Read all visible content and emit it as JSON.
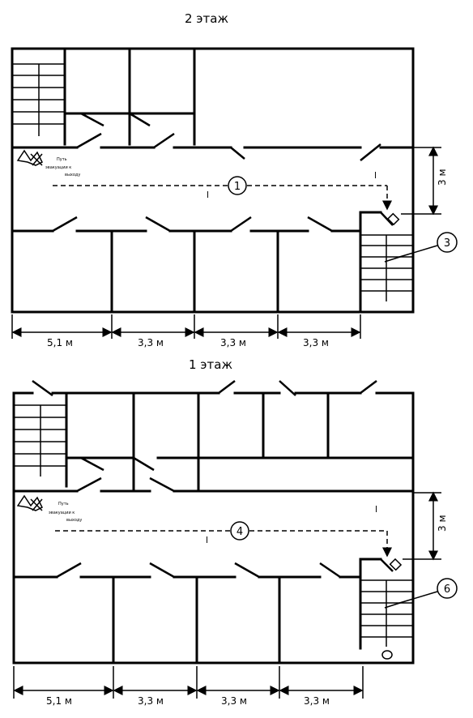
{
  "floor2": {
    "title": "2 этаж",
    "sign_line1": "Путь",
    "sign_line2": "эвакуации к",
    "sign_line3": "выходу",
    "route_label": "1",
    "stair_label": "3",
    "l_label_corridor": "l",
    "l_label_vertical": "l",
    "height_dim": "3 м",
    "dims": [
      "5,1 м",
      "3,3 м",
      "3,3 м",
      "3,3 м"
    ]
  },
  "floor1": {
    "title": "1 этаж",
    "sign_line1": "Путь",
    "sign_line2": "эвакуации к",
    "sign_line3": "выходу",
    "route_label": "4",
    "stair_label": "6",
    "l_label_corridor": "l",
    "l_label_vertical": "l",
    "height_dim": "3 м",
    "dims": [
      "5,1 м",
      "3,3 м",
      "3,3 м",
      "3,3 м"
    ]
  }
}
